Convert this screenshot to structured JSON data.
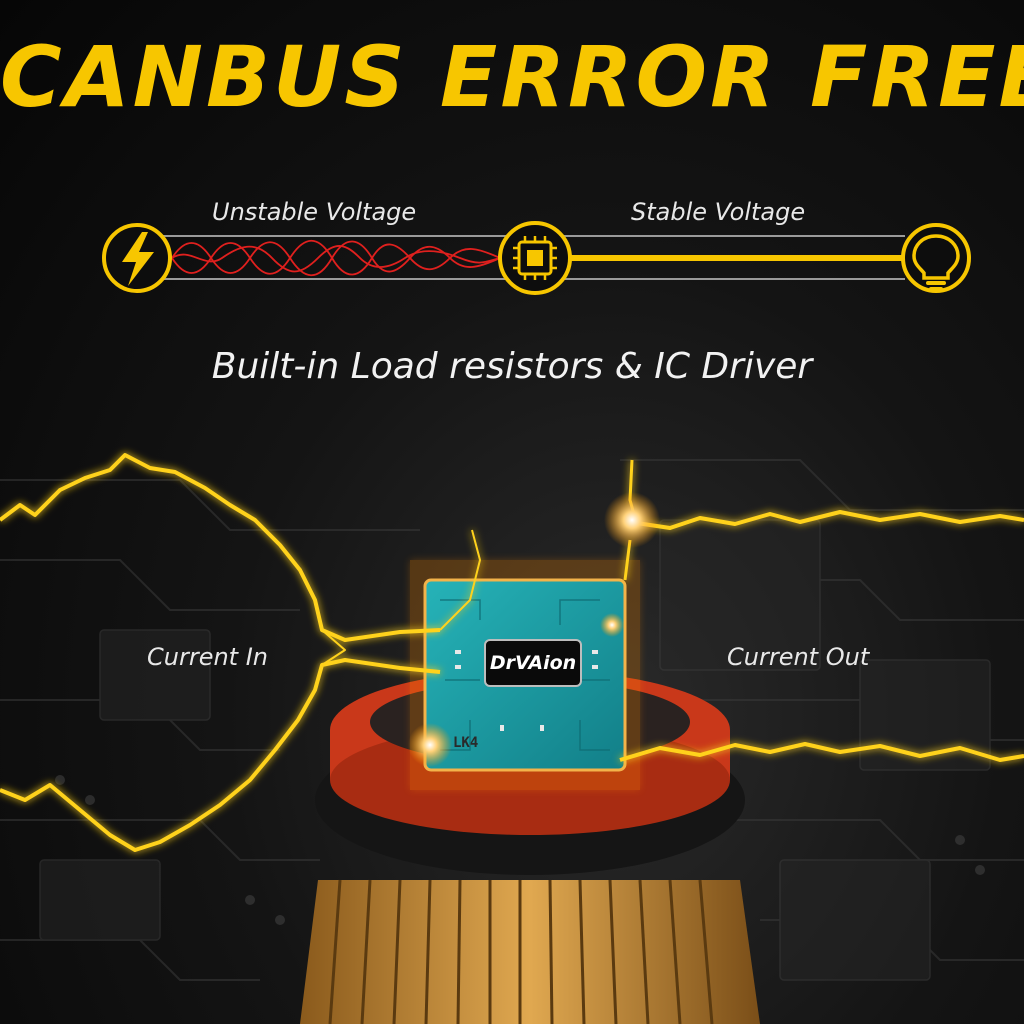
{
  "header": {
    "title": "CANBUS ERROR FREE"
  },
  "diagram": {
    "unstable_label": "Unstable Voltage",
    "stable_label": "Stable Voltage",
    "source_icon": "lightning-bolt-icon",
    "ic_icon": "chip-icon",
    "output_icon": "light-bulb-icon",
    "accent_color": "#f7c600",
    "wave_color": "#e0201e"
  },
  "subtitle": "Built-in Load resistors & IC Driver",
  "scene": {
    "current_in_label": "Current In",
    "current_out_label": "Current Out",
    "chip_brand": "DrVAion",
    "chip_marking": "LK4",
    "lightning_color": "#ffd21a",
    "chip_color": "#1aa3a8",
    "heatsink_color": "#d69a3c",
    "base_color": "#c9381a"
  }
}
